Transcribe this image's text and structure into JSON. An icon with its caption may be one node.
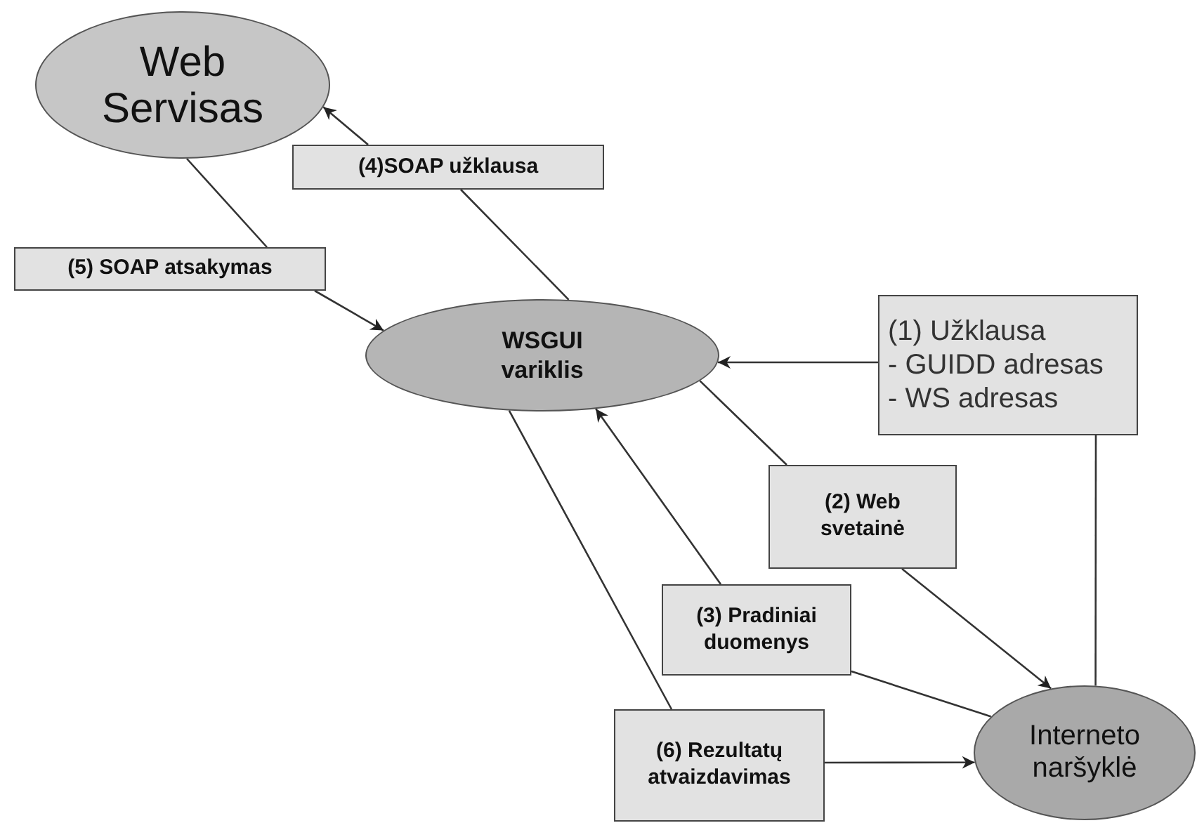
{
  "diagram": {
    "nodes": [
      {
        "text": [
          "Web Servisas"
        ]
      },
      {
        "text": [
          "(4)SOAP užklausa"
        ]
      },
      {
        "text": [
          "(5) SOAP atsakymas"
        ]
      },
      {
        "text": [
          "WSGUI variklis"
        ]
      },
      {
        "text": [
          "(1) Užklausa",
          "- GUIDD adresas",
          "- WS adresas"
        ]
      },
      {
        "text": [
          "(2) Web svetainė"
        ]
      },
      {
        "text": [
          "(3) Pradiniai duomenys"
        ]
      },
      {
        "text": [
          "(6) Rezultatų atvaizdavimas"
        ]
      },
      {
        "text": [
          "Interneto naršyklė"
        ]
      }
    ],
    "edges": [
      {
        "from": 3,
        "to": 1,
        "arrow": "none"
      },
      {
        "from": 1,
        "to": 0,
        "arrow": "to"
      },
      {
        "from": 0,
        "to": 2,
        "arrow": "none"
      },
      {
        "from": 2,
        "to": 3,
        "arrow": "to"
      },
      {
        "from": 8,
        "to": 4,
        "arrow": "none"
      },
      {
        "from": 4,
        "to": 3,
        "arrow": "to"
      },
      {
        "from": 3,
        "to": 5,
        "arrow": "none"
      },
      {
        "from": 5,
        "to": 8,
        "arrow": "to"
      },
      {
        "from": 8,
        "to": 6,
        "arrow": "none"
      },
      {
        "from": 6,
        "to": 3,
        "arrow": "to"
      },
      {
        "from": 3,
        "to": 7,
        "arrow": "none"
      },
      {
        "from": 7,
        "to": 8,
        "arrow": "to"
      }
    ]
  }
}
